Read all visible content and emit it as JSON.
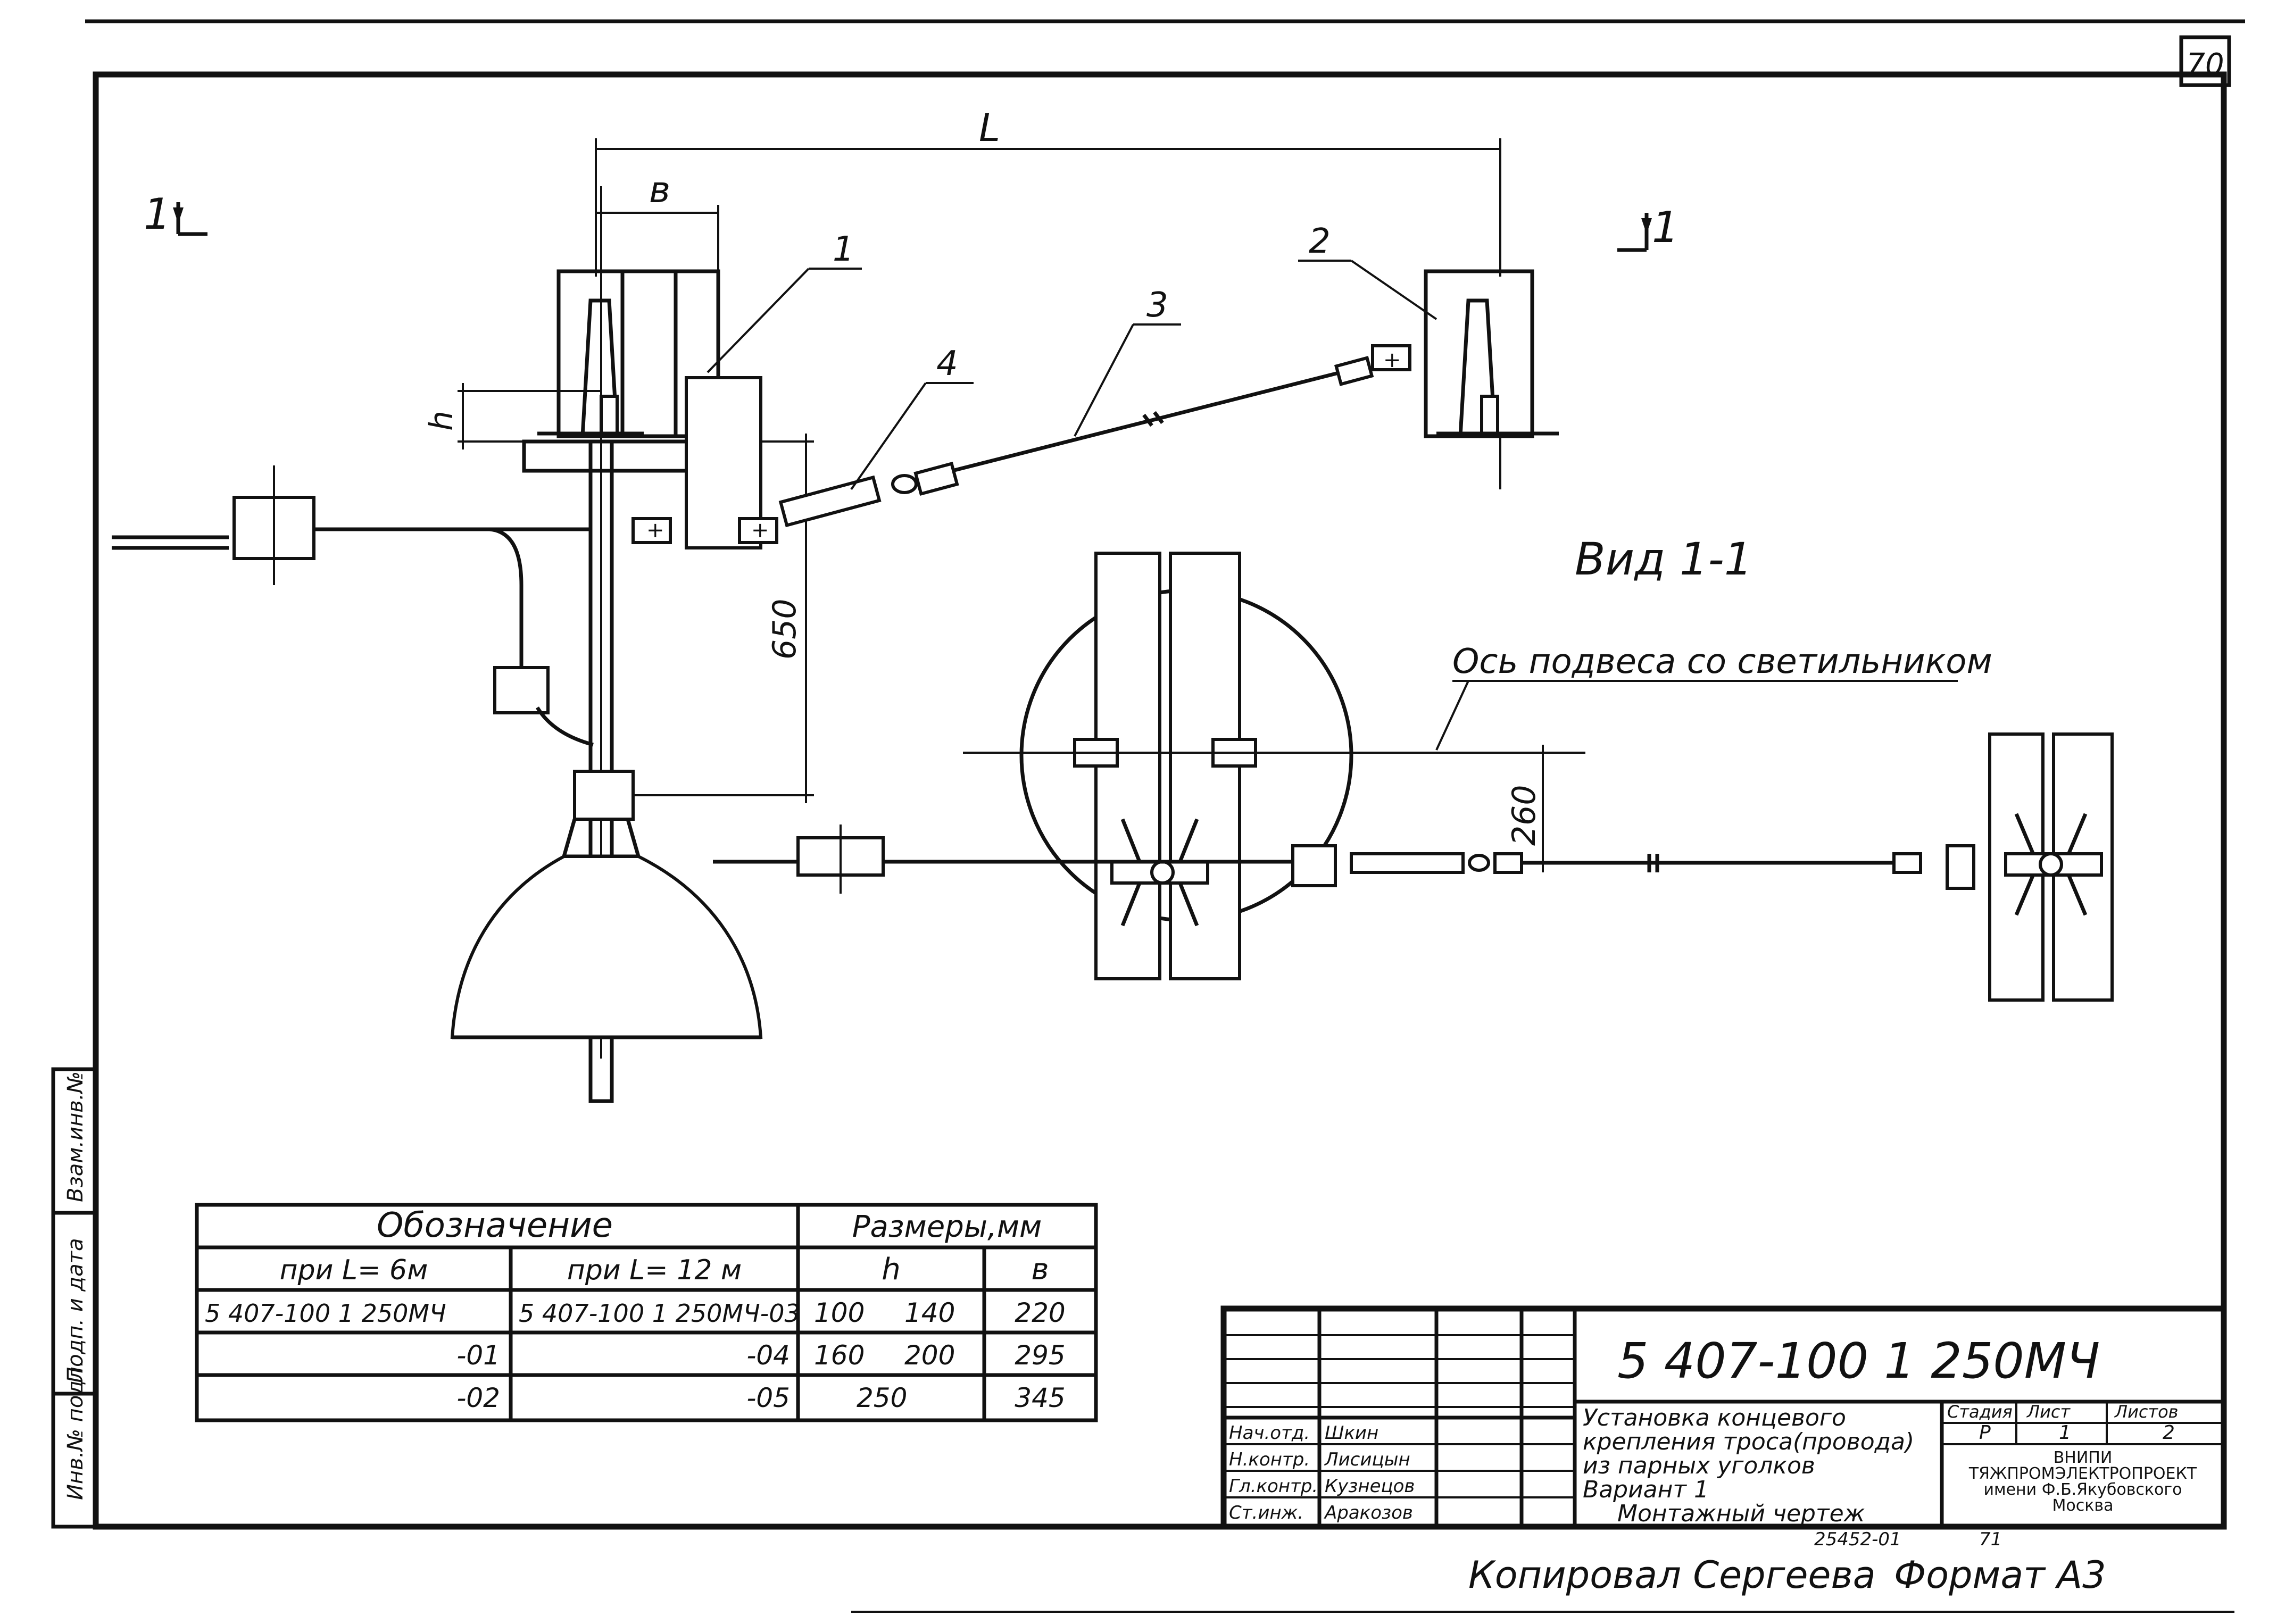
{
  "sheet_number": "70",
  "section_mark": {
    "left": "1",
    "right": "1"
  },
  "dimensions": {
    "L": "L",
    "b": "в",
    "h": "h",
    "d650": "650",
    "d260": "260"
  },
  "callouts": [
    "1",
    "2",
    "3",
    "4"
  ],
  "view_title": "Вид 1-1",
  "axis_label": "Ось подвеса со светильником",
  "spec_table": {
    "header_designation": "Обозначение",
    "header_sizes": "Размеры,мм",
    "sub_l6": "при L= 6м",
    "sub_l12": "при L= 12 м",
    "sub_h": "h",
    "sub_b": "в",
    "rows": [
      {
        "l6": "5 407-100 1 250МЧ",
        "l12": "5 407-100 1 250МЧ-03",
        "h1": "100",
        "h2": "140",
        "b": "220"
      },
      {
        "l6": "-01",
        "l12": "-04",
        "h1": "160",
        "h2": "200",
        "b": "295"
      },
      {
        "l6": "-02",
        "l12": "-05",
        "h1": "250",
        "h2": "",
        "b": "345"
      }
    ]
  },
  "side_stamp": [
    "Инв.№ подл.",
    "Подп. и дата",
    "Взам.инв.№"
  ],
  "title_block": {
    "code": "5 407-100 1 250МЧ",
    "title_lines": [
      "Установка концевого",
      "крепления троса(провода)",
      "из парных уголков",
      "Вариант 1",
      "Монтажный чертеж"
    ],
    "roles": [
      "Нач.отд.",
      "Н.контр.",
      "Гл.контр.",
      "Ст.инж."
    ],
    "names": [
      "Шкин",
      "Лисицын",
      "Кузнецов",
      "Аракозов"
    ],
    "stage_label": "Стадия",
    "sheet_label": "Лист",
    "sheets_label": "Листов",
    "stage": "Р",
    "sheet": "1",
    "sheets": "2",
    "org_lines": [
      "ВНИПИ",
      "ТЯЖПРОМЭЛЕКТРОПРОЕКТ",
      "имени Ф.Б.Якубовского",
      "Москва"
    ],
    "archive_no": "25452-01",
    "archive_sheet": "71"
  },
  "footer": {
    "copied": "Копировал Сергеева",
    "format": "Формат А3"
  }
}
